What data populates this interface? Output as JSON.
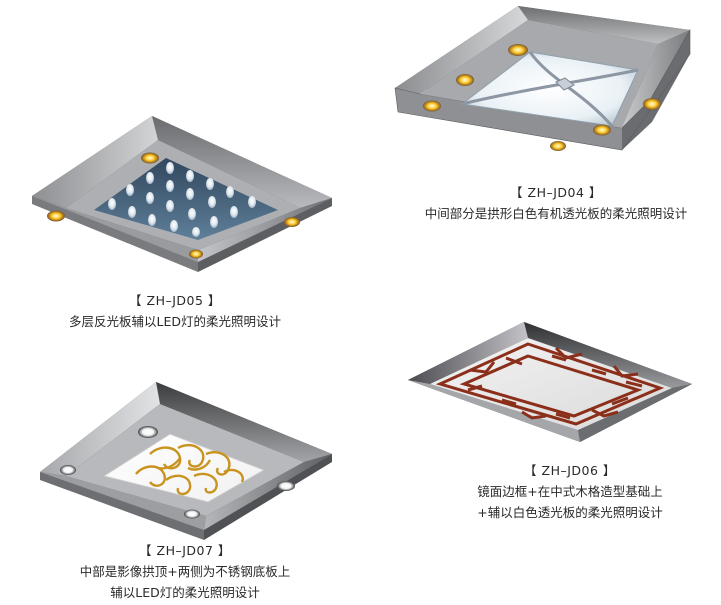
{
  "products": [
    {
      "id": "jd05",
      "code": "【 ZH–JD05 】",
      "desc_lines": [
        "多层反光板辅以LED灯的柔光照明设计"
      ]
    },
    {
      "id": "jd04",
      "code": "【 ZH–JD04 】",
      "desc_lines": [
        "中间部分是拱形白色有机透光板的柔光照明设计"
      ]
    },
    {
      "id": "jd07",
      "code": "【 ZH–JD07 】",
      "desc_lines": [
        "中部是影像拱顶+两侧为不锈钢底板上",
        "辅以LED灯的柔光照明设计"
      ]
    },
    {
      "id": "jd06",
      "code": "【 ZH–JD06 】",
      "desc_lines": [
        "镜面边框+在中式木格造型基础上",
        "+辅以白色透光板的柔光照明设计"
      ]
    }
  ]
}
